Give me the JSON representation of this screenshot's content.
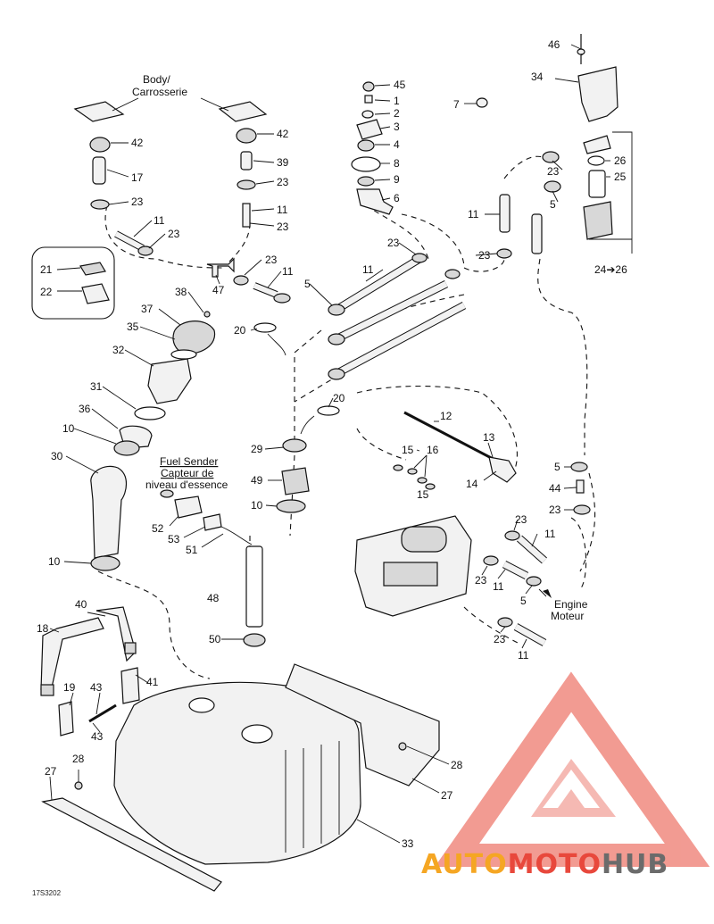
{
  "labels": {
    "body": [
      "Body/",
      "Carrosserie"
    ],
    "fuel_sender": [
      "Fuel Sender",
      "Capteur de",
      "niveau d'essence"
    ],
    "engine": [
      "Engine",
      "Moteur"
    ],
    "assembly_range": "24➔26",
    "drawing_code": "17S3202"
  },
  "callouts": {
    "c46": "46",
    "c34": "34",
    "c7": "7",
    "c45": "45",
    "c1": "1",
    "c2": "2",
    "c3": "3",
    "c4": "4",
    "c8": "8",
    "c9": "9",
    "c6": "6",
    "c42a": "42",
    "c17": "17",
    "c23a": "23",
    "c11a": "11",
    "c23b": "23",
    "c42b": "42",
    "c39": "39",
    "c23c": "23",
    "c11b": "11",
    "c23d": "23",
    "c26": "26",
    "c25": "25",
    "c23e": "23",
    "c5a": "5",
    "c11c": "11",
    "c23f": "23",
    "c21": "21",
    "c22": "22",
    "c47": "47",
    "c23g": "23",
    "c11d": "11",
    "c11e": "11",
    "c23h": "23",
    "c38": "38",
    "c5b": "5",
    "c37": "37",
    "c35": "35",
    "c20a": "20",
    "c32": "32",
    "c31": "31",
    "c20b": "20",
    "c36": "36",
    "c10a": "10",
    "c12": "12",
    "c29": "29",
    "c30": "30",
    "c15a": "15",
    "c16": "16",
    "c13": "13",
    "c15b": "15",
    "c14": "14",
    "c5c": "5",
    "c49": "49",
    "c44": "44",
    "c23i": "23",
    "c10b": "10",
    "c52": "52",
    "c53": "53",
    "c51": "51",
    "c23j": "23",
    "c11f": "11",
    "c10c": "10",
    "c23k": "23",
    "c11g": "11",
    "c5d": "5",
    "c48": "48",
    "c40": "40",
    "c18": "18",
    "c50": "50",
    "c23l": "23",
    "c11h": "11",
    "c41": "41",
    "c19": "19",
    "c43a": "43",
    "c43b": "43",
    "c28a": "28",
    "c28b": "28",
    "c27a": "27",
    "c27b": "27",
    "c33": "33"
  },
  "watermark": {
    "prefix": "AUTO",
    "middle": "MOTO",
    "suffix": "HUB",
    "color_orange": "#f5a623",
    "color_red": "#e8483c",
    "color_gray": "#6b6b6b",
    "logo_color": "#f08a80"
  }
}
